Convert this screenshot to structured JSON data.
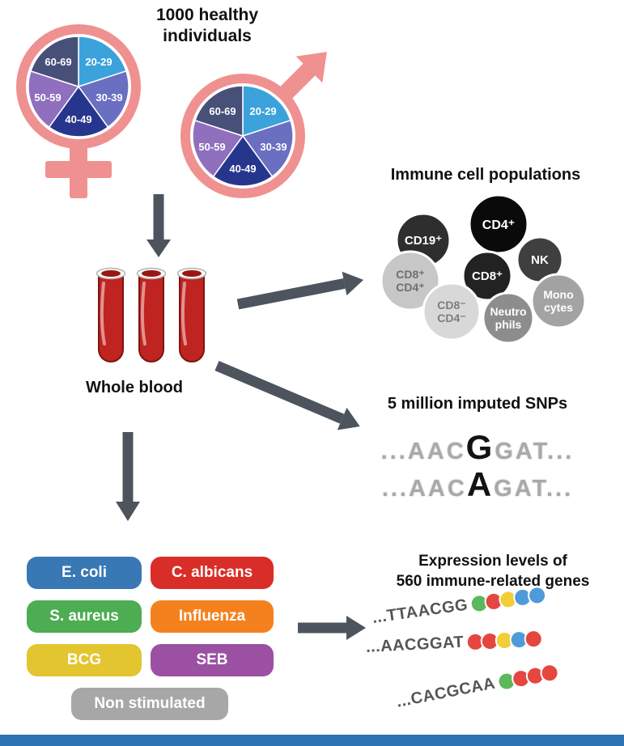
{
  "figure": {
    "title": "1000 healthy\nindividuals",
    "whole_blood_label": "Whole blood"
  },
  "demographics": {
    "age_groups": [
      "20-29",
      "30-39",
      "40-49",
      "50-59",
      "60-69"
    ],
    "age_colors": [
      "#3ba2db",
      "#6b6fc2",
      "#27368d",
      "#8f6fbe",
      "#475079"
    ],
    "symbol_color": "#ef9190"
  },
  "immune_cells": {
    "title": "Immune cell populations",
    "cells": [
      {
        "lines": [
          "CD19⁺"
        ],
        "color": "#2e2e2e",
        "text_color": "#ffffff"
      },
      {
        "lines": [
          "CD4⁺"
        ],
        "color": "#0a0a0a",
        "text_color": "#ffffff"
      },
      {
        "lines": [
          "NK"
        ],
        "color": "#3f3f3f",
        "text_color": "#ffffff"
      },
      {
        "lines": [
          "CD8⁺",
          "CD4⁺"
        ],
        "color": "#c7c7c7",
        "text_color": "#6f6f6f"
      },
      {
        "lines": [
          "CD8⁺"
        ],
        "color": "#222222",
        "text_color": "#ffffff"
      },
      {
        "lines": [
          "Mono",
          "cytes"
        ],
        "color": "#a3a3a3",
        "text_color": "#ffffff"
      },
      {
        "lines": [
          "CD8⁻",
          "CD4⁻"
        ],
        "color": "#d8d8d8",
        "text_color": "#7d7d7d"
      },
      {
        "lines": [
          "Neutro",
          "phils"
        ],
        "color": "#8d8d8d",
        "text_color": "#ffffff"
      }
    ]
  },
  "snps": {
    "title": "5 million imputed SNPs",
    "sequences": [
      {
        "prefix": "...AAC",
        "variant": "G",
        "suffix": "GAT..."
      },
      {
        "prefix": "...AAC",
        "variant": "A",
        "suffix": "GAT..."
      }
    ]
  },
  "stimuli": {
    "items": [
      {
        "label": "E. coli",
        "color": "#3878b4"
      },
      {
        "label": "C. albicans",
        "color": "#d92d27"
      },
      {
        "label": "S. aureus",
        "color": "#4cad52"
      },
      {
        "label": "Influenza",
        "color": "#f5811e"
      },
      {
        "label": "BCG",
        "color": "#e3c52f"
      },
      {
        "label": "SEB",
        "color": "#9c50a4"
      },
      {
        "label": "Non stimulated",
        "color": "#a7a7a7"
      }
    ]
  },
  "expression": {
    "title": "Expression levels of\n560 immune-related genes",
    "rows": [
      {
        "sequence": "...TTAACGG",
        "dots": [
          "#5cb85c",
          "#e5463f",
          "#f1ce38",
          "#4f9bd9",
          "#4f9bd9"
        ]
      },
      {
        "sequence": "...AACGGAT",
        "dots": [
          "#e5463f",
          "#e5463f",
          "#f1ce38",
          "#4f9bd9",
          "#e5463f"
        ]
      },
      {
        "sequence": "...CACGCAA",
        "dots": [
          "#5cb85c",
          "#e5463f",
          "#e5463f",
          "#e5463f"
        ]
      }
    ]
  },
  "layout_colors": {
    "arrow": "#4d545e",
    "footer_bar": "#2e74b5"
  }
}
